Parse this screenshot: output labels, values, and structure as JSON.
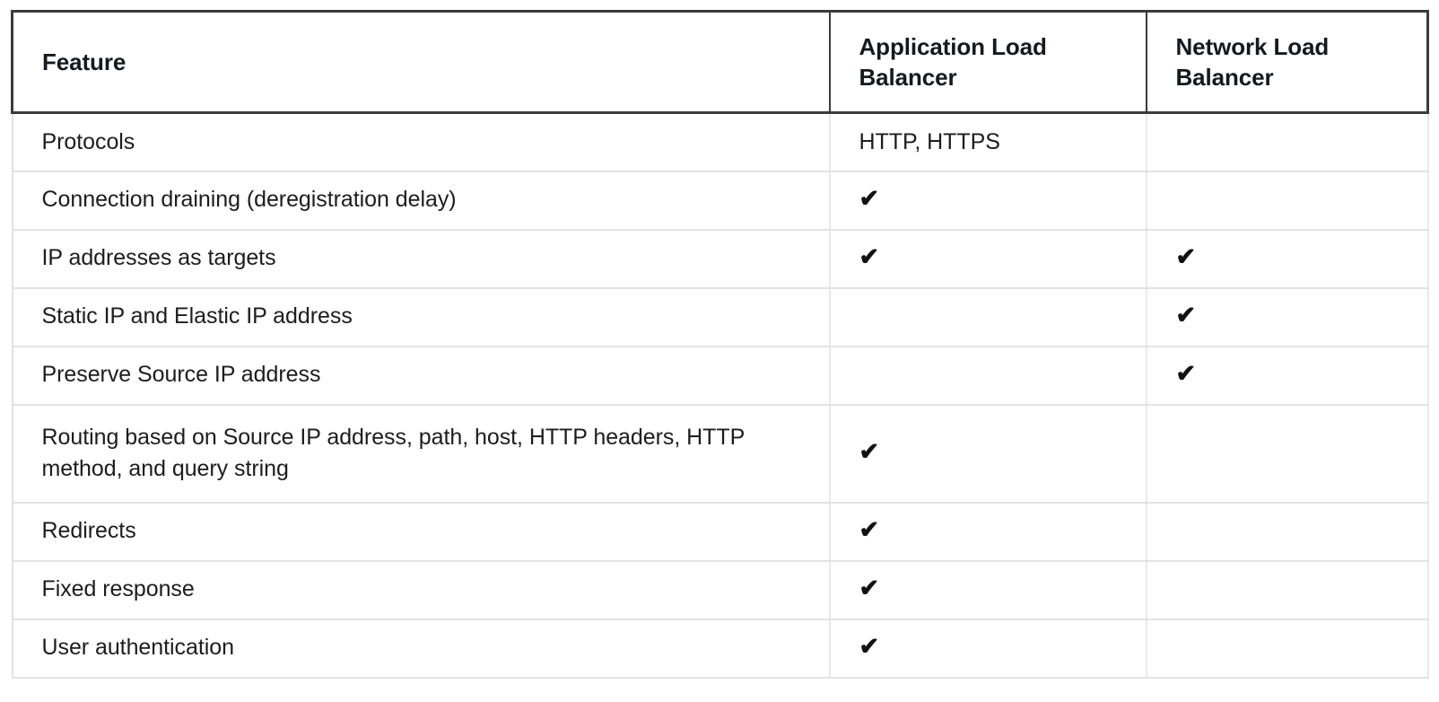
{
  "table": {
    "columns": [
      {
        "key": "feature",
        "label": "Feature"
      },
      {
        "key": "alb",
        "label": "Application Load Balancer"
      },
      {
        "key": "nlb",
        "label": "Network Load Balancer"
      }
    ],
    "check_glyph": "✔",
    "colors": {
      "header_border": "#3a3c3e",
      "body_border": "#e3e3e3",
      "text": "#1d1d1d",
      "background": "#ffffff"
    },
    "rows": [
      {
        "feature": "Protocols",
        "alb": "HTTP, HTTPS",
        "nlb": "",
        "tall": false
      },
      {
        "feature": "Connection draining (deregistration delay)",
        "alb": "✔",
        "nlb": "",
        "tall": false
      },
      {
        "feature": "IP addresses as targets",
        "alb": "✔",
        "nlb": "✔",
        "tall": false
      },
      {
        "feature": "Static IP and Elastic IP address",
        "alb": "",
        "nlb": "✔",
        "tall": false
      },
      {
        "feature": "Preserve Source IP address",
        "alb": "",
        "nlb": "✔",
        "tall": false
      },
      {
        "feature": "Routing based on Source IP address, path, host, HTTP headers, HTTP method, and query string",
        "alb": "✔",
        "nlb": "",
        "tall": true
      },
      {
        "feature": "Redirects",
        "alb": "✔",
        "nlb": "",
        "tall": false
      },
      {
        "feature": "Fixed response",
        "alb": "✔",
        "nlb": "",
        "tall": false
      },
      {
        "feature": "User authentication",
        "alb": "✔",
        "nlb": "",
        "tall": false
      }
    ]
  }
}
